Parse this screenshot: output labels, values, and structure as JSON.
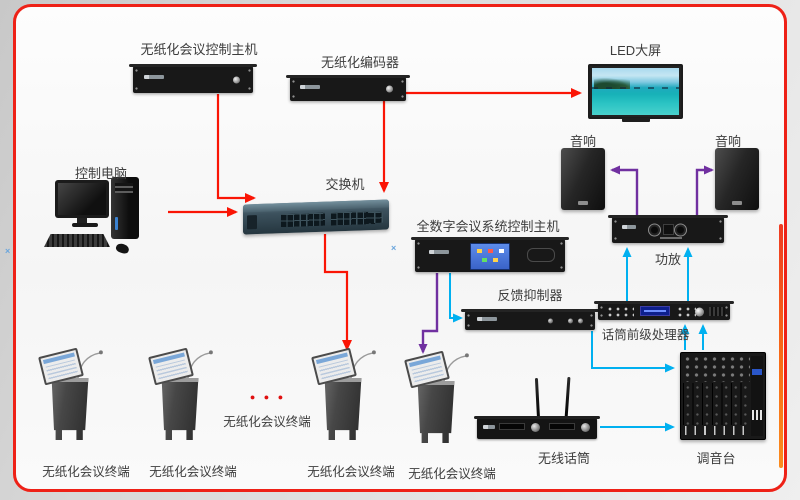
{
  "colors": {
    "border_red": "#ee2117",
    "arrow_red": "#fa1505",
    "arrow_purple": "#7030a0",
    "arrow_cyan": "#00b0f0",
    "accent_orange": "#fb8c1e"
  },
  "nodes": {
    "control_host": {
      "label": "无纸化会议控制主机"
    },
    "encoder": {
      "label": "无纸化编码器"
    },
    "led_screen": {
      "label": "LED大屏"
    },
    "control_pc": {
      "label": "控制电脑"
    },
    "switch": {
      "label": "交换机"
    },
    "digital_host": {
      "label": "全数字会议系统控制主机"
    },
    "speaker_left": {
      "label": "音响"
    },
    "speaker_right": {
      "label": "音响"
    },
    "amplifier": {
      "label": "功放"
    },
    "feedback_suppressor": {
      "label": "反馈抑制器"
    },
    "mic_preamp": {
      "label": "话筒前级处理器"
    },
    "mixer": {
      "label": "调音台"
    },
    "wireless_mic": {
      "label": "无线话筒"
    },
    "terminals": [
      {
        "label": "无纸化会议终端"
      },
      {
        "label": "无纸化会议终端"
      },
      {
        "label": "无纸化会议终端"
      },
      {
        "label": "无纸化会议终端"
      }
    ],
    "terminal_ellipsis": {
      "dots": "● ● ●",
      "label": "无纸化会议终端"
    }
  },
  "misc": {
    "x_mark": "×"
  }
}
